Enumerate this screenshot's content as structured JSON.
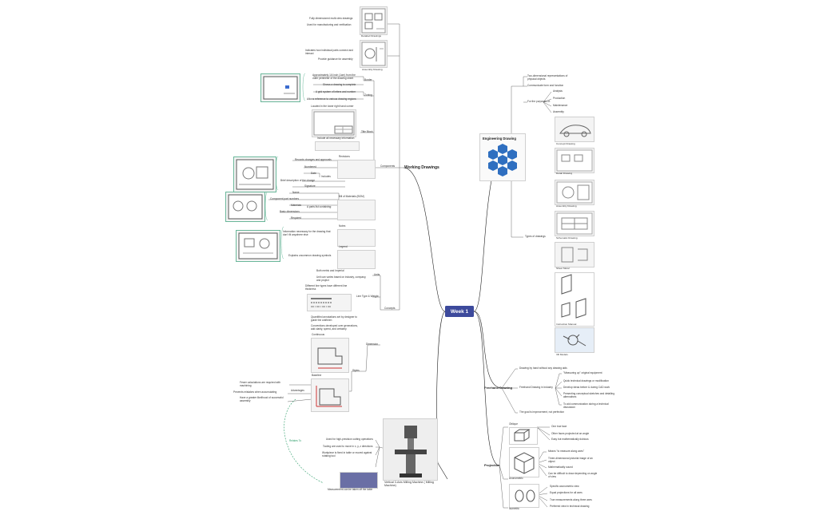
{
  "center": "Week 1",
  "working": {
    "label": "Working Drawings",
    "detailed": [
      "Fully dimensioned multi-view drawings",
      "Used for manufacturing and verification"
    ],
    "detailed_cap": "Detailed Drawings",
    "assembly": [
      "Indicates how individual parts connect and interact",
      "Provide guidance for assembly"
    ],
    "assembly_cap": "Assembly Drawing",
    "components": "Components",
    "border": "Border",
    "border_items": [
      "Approximately 1/4 inch (1cm) from the outer perimeter of the drawing sheet",
      "Shows a drawing is complete"
    ],
    "zoning": "Zoning",
    "zoning_items": [
      "A grid system of letters and number",
      "Allows reference to various drawing regions"
    ],
    "title_block": "Title Block",
    "title_items": [
      "Located in the lower right hand corner",
      "Include all necessary information"
    ],
    "revisions": "Revisions",
    "rev_items": [
      "Records changes and approvals",
      "Numbered",
      "Date",
      "Brief description of the change",
      "Signature"
    ],
    "includes": "Includes",
    "bom": "Bill of Materials (BOM)",
    "bom_includes": "A parts list containing:",
    "bom_items": [
      "Name",
      "Component part numbers",
      "Materials",
      "Basic dimensions",
      "Required"
    ],
    "notes": "Notes",
    "notes_item": "Information necessary for the drawing that don't fit anywhere else",
    "legend": "Legend",
    "legend_item": "Explains uncommon drawing symbols",
    "concepts": "Concepts",
    "units": "Units",
    "units_items": [
      "Both metric and Imperial",
      "Unit can varies based on industry, company, and project"
    ],
    "line_type": "Line Type & Weight",
    "line_type_item": "Different line types have different line thickness",
    "dimension": "Dimension",
    "dim_items": [
      "Quantified annotations set by designer to guide the craftmen",
      "Conventions developed over generations, add clarity, speed, and certainty"
    ],
    "styles": "Styles",
    "continuous": "Continuous",
    "baseline": "Baseline",
    "advantages": "Advantages",
    "adv_items": [
      "Fewer calculations are required with machining",
      "Prevents mistakes when accumulating",
      "Have a greater likelihood of successful assembly"
    ],
    "relates": "Relates To"
  },
  "mill": {
    "caption": "Vertical 3-Axis Milling Machine ( Milling Machine)",
    "items": [
      "Used for high-precision cutting operations",
      "Tooling are used to move in x, y, z directions",
      "Workpiece is fixed in table or moved against rotating tool",
      "Measurement can be taken off the table"
    ]
  },
  "engineering": {
    "label": "Engineering Drawing",
    "items": [
      "Two-dimensional representations of physical objects",
      "Communicate form and function",
      "For the purposes of:"
    ],
    "purposes": [
      "Analysis",
      "Production",
      "Maintenance",
      "Assembly"
    ],
    "types": "Types of drawings",
    "type_caps": [
      "Concept Drawing",
      "Detail Drawing",
      "Assembly Drawing",
      "Schematic Drawing",
      "Sheet Metal",
      "Instruction Manual",
      "3D Models"
    ]
  },
  "freehand": {
    "label": "Freehand Drawing",
    "items": [
      "Drawing by hand without any drawing aids",
      "Freehand Drawing in Industry",
      "The goal is improvement, not perfection"
    ],
    "industry": [
      "\"Measuring up\" original equipment",
      "Quick technical drawings or modification",
      "Develop ideas before & during CAD work",
      "Presenting conceptual sketches and detailing alternatives",
      "To aid communication during a technical discussion"
    ]
  },
  "projection": {
    "label": "Projection",
    "oblique": "Oblique",
    "oblique_items": [
      "One true face",
      "Other faces projected at an angle",
      "Easy but mathematically dubious"
    ],
    "axonometric": "Axonometric",
    "axo_items": [
      "Means \"to measure along axes\"",
      "Three-dimensional pictorial image of an object",
      "Mathematically sound",
      "Can be difficult to draw depending on angle of view"
    ],
    "isometric": "Isometric",
    "iso_items": [
      "Specific axonometric view",
      "Equal projections for all axes",
      "True measurements along three axes",
      "Preferred view in technical drawing"
    ]
  }
}
